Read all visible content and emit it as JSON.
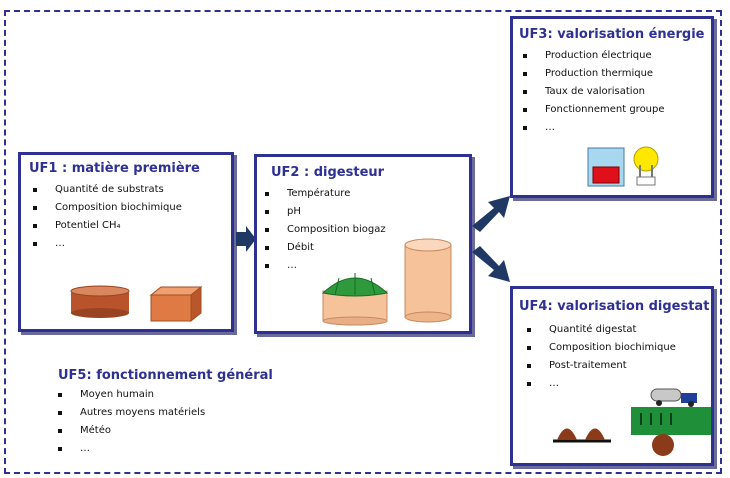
{
  "uf1": {
    "title": "UF1 : matière première",
    "items": [
      "Quantité de substrats",
      "Composition biochimique",
      "Potentiel CH₄",
      "…"
    ]
  },
  "uf2": {
    "title": "UF2 : digesteur",
    "items": [
      "Température",
      "pH",
      "Composition biogaz",
      "Débit",
      "…"
    ]
  },
  "uf3": {
    "title": "UF3: valorisation énergie",
    "items": [
      "Production électrique",
      "Production thermique",
      "Taux de valorisation",
      "Fonctionnement groupe",
      "…"
    ]
  },
  "uf4": {
    "title": "UF4: valorisation digestat",
    "items": [
      "Quantité digestat",
      "Composition biochimique",
      "Post-traitement",
      "…"
    ]
  },
  "uf5": {
    "title": "UF5: fonctionnement général",
    "items": [
      "Moyen humain",
      "Autres moyens matériels",
      "Météo",
      "…"
    ]
  },
  "colors": {
    "border": "#2e3192",
    "arrow": "#1f3864",
    "substrate": "#c0603a",
    "dome": "#2e9a3c",
    "tank": "#f6c29a"
  }
}
